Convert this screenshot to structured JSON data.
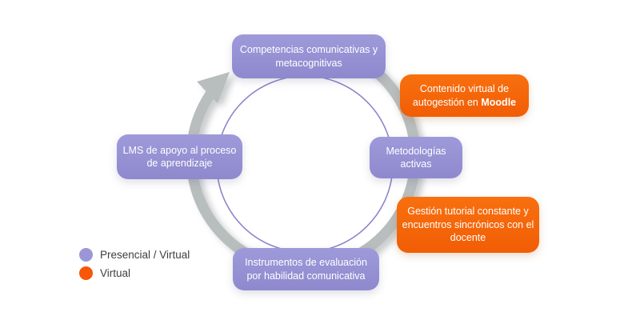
{
  "colors": {
    "presencial_virtual_box": "#9591d4",
    "virtual_box": "#f5650a",
    "ring_gray": "#b8bdbe",
    "inner_circle_purple": "#8b86cb",
    "legend_dot_presencial_virtual": "#9b97d6",
    "legend_dot_virtual": "#f65708"
  },
  "cycle": {
    "nodes": [
      {
        "label": "Competencias comunicativas y metacognitivas",
        "modality": "Presencial / Virtual"
      },
      {
        "label_prefix": "Contenido virtual de autogestión en ",
        "label_bold": "Moodle",
        "modality": "Virtual"
      },
      {
        "label": "Metodologías activas",
        "modality": "Presencial / Virtual"
      },
      {
        "label": "Gestión tutorial constante y encuentros sincrónicos con el docente",
        "modality": "Virtual"
      },
      {
        "label": "Instrumentos de evaluación por habilidad comunicativa",
        "modality": "Presencial / Virtual"
      },
      {
        "label": "LMS de apoyo al proceso de aprendizaje",
        "modality": "Presencial / Virtual"
      }
    ],
    "direction": "clockwise"
  },
  "legend": {
    "items": [
      {
        "label": "Presencial / Virtual"
      },
      {
        "label": "Virtual"
      }
    ]
  }
}
